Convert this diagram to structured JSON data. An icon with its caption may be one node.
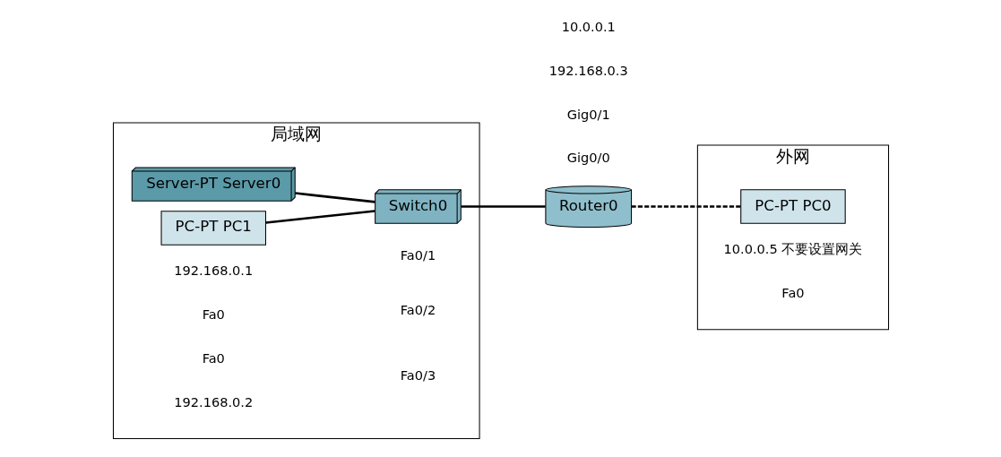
{
  "diagram": {
    "nodes": [
      {
        "text": [
          "局域网"
        ]
      },
      {
        "text": [
          "外网"
        ]
      },
      {
        "text": [
          "Server-PT Server0"
        ],
        "in": 0
      },
      {
        "text": [
          "PC-PT PC1"
        ],
        "in": 0
      },
      {
        "text": [
          "Switch0"
        ],
        "in": 0
      },
      {
        "text": [
          "Router0"
        ]
      },
      {
        "text": [
          "PC-PT PC0"
        ],
        "in": 1
      }
    ],
    "edges": [
      {
        "from": 2,
        "to": 4,
        "arrow": "none"
      },
      {
        "from": 3,
        "to": 4,
        "arrow": "none"
      },
      {
        "from": 4,
        "to": 5,
        "arrow": "none"
      },
      {
        "from": 5,
        "to": 6,
        "arrow": "none",
        "style": "dashed"
      }
    ],
    "labels": [
      "192.168.0.1",
      "Fa0",
      "Fa0/1",
      "Fa0/2",
      "Fa0",
      "Fa0/3",
      "Gig0/0",
      "Gig0/1",
      "192.168.0.3",
      "10.0.0.1",
      "10.0.0.5 不要设置网关",
      "Fa0",
      "192.168.0.2"
    ]
  }
}
